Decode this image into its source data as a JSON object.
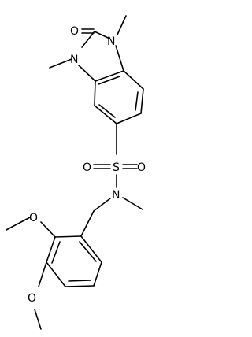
{
  "molecule": {
    "atoms": {
      "O1": "O",
      "N1": "N",
      "N2": "N",
      "S": "S",
      "O2": "O",
      "O3": "O",
      "N3": "N",
      "O4": "O",
      "O5": "O"
    }
  }
}
